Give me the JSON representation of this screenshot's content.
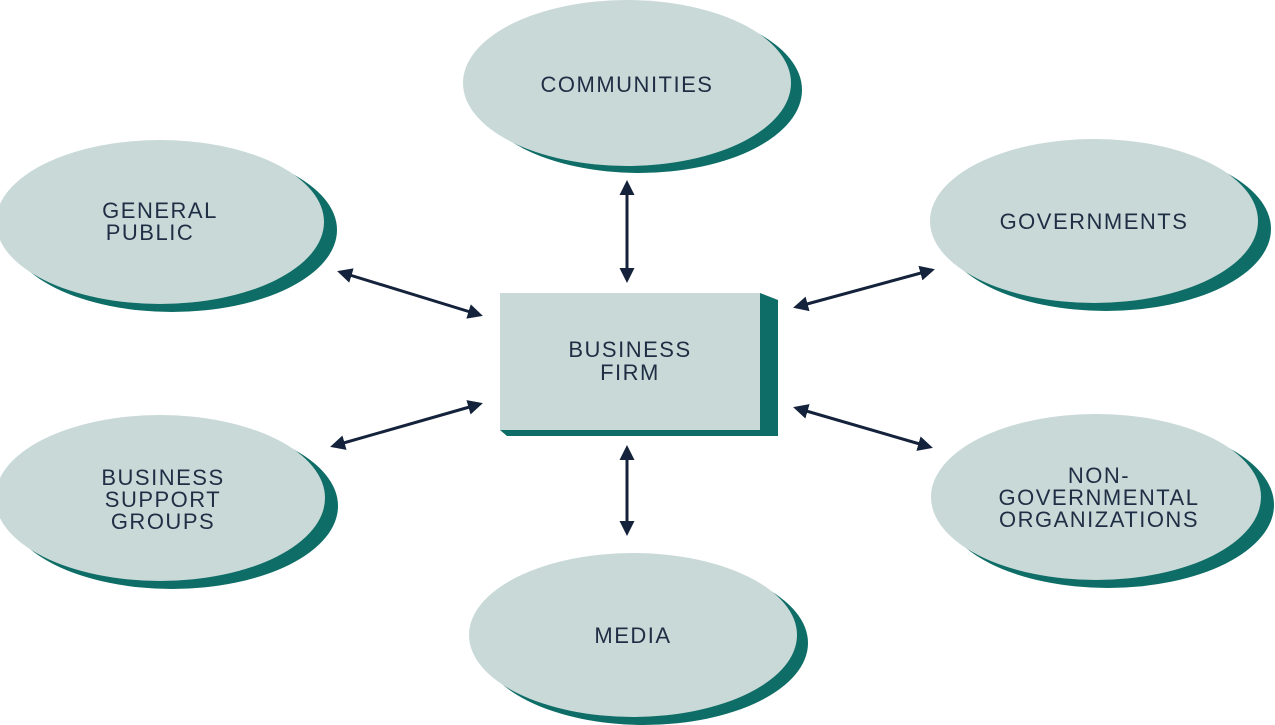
{
  "center": {
    "lines": [
      "BUSINESS",
      "FIRM"
    ]
  },
  "stakeholders": [
    {
      "id": "communities",
      "lines": [
        "COMMUNITIES"
      ]
    },
    {
      "id": "general-public",
      "lines": [
        "GENERAL",
        "PUBLIC"
      ]
    },
    {
      "id": "governments",
      "lines": [
        "GOVERNMENTS"
      ]
    },
    {
      "id": "business-support-groups",
      "lines": [
        "BUSINESS",
        "SUPPORT",
        "GROUPS"
      ]
    },
    {
      "id": "non-governmental-organizations",
      "lines": [
        "NON-",
        "GOVERNMENTAL",
        "ORGANIZATIONS"
      ]
    },
    {
      "id": "media",
      "lines": [
        "MEDIA"
      ]
    }
  ],
  "colors": {
    "node_fill": "#c8d9d8",
    "node_shadow": "#0e6d66",
    "arrow": "#14233b",
    "text": "#1f2e44"
  }
}
